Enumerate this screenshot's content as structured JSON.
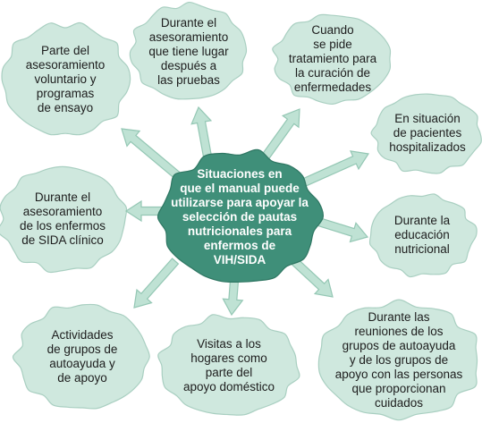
{
  "colors": {
    "bubble_fill": "#cfe8de",
    "bubble_stroke": "#a9cfc1",
    "center_fill": "#3f8f79",
    "center_stroke": "#2f7763",
    "arrow_fill": "#bfe2d4",
    "arrow_stroke": "#94c7b4",
    "text": "#1d1d1d",
    "center_text": "#ffffff"
  },
  "center": {
    "text": "Situaciones en\nque el manual puede\nutilizarse para apoyar la\nselección de pautas\nnutricionales para\nenfermos de\nVIH/SIDA"
  },
  "bubbles": [
    {
      "id": "asesoramiento-voluntario",
      "text": "Parte del\nasesoramiento\nvoluntario y\nprogramas\nde ensayo"
    },
    {
      "id": "asesoramiento-pruebas",
      "text": "Durante el\nasesoramiento\nque tiene lugar\ndespués a\nlas pruebas"
    },
    {
      "id": "tratamiento-enfermedades",
      "text": "Cuando\nse pide\ntratamiento para\nla curación de\nenfermedades"
    },
    {
      "id": "pacientes-hospitalizados",
      "text": "En situación\nde pacientes\nhospitalizados"
    },
    {
      "id": "educacion-nutricional",
      "text": "Durante la\neducación\nnutricional"
    },
    {
      "id": "grupos-autoayuda-reuniones",
      "text": "Durante las\nreuniones de los\ngrupos de autoayuda\ny de los grupos de\napoyo con las personas\nque proporcionan\ncuidados"
    },
    {
      "id": "visitas-hogares",
      "text": "Visitas a los\nhogares como\nparte del\napoyo doméstico"
    },
    {
      "id": "actividades-grupos",
      "text": "Actividades\nde grupos de\nautoayuda y\nde apoyo"
    },
    {
      "id": "sida-clinico",
      "text": "Durante el\nasesoramiento\nde los enfermos\nde SIDA clínico"
    }
  ]
}
